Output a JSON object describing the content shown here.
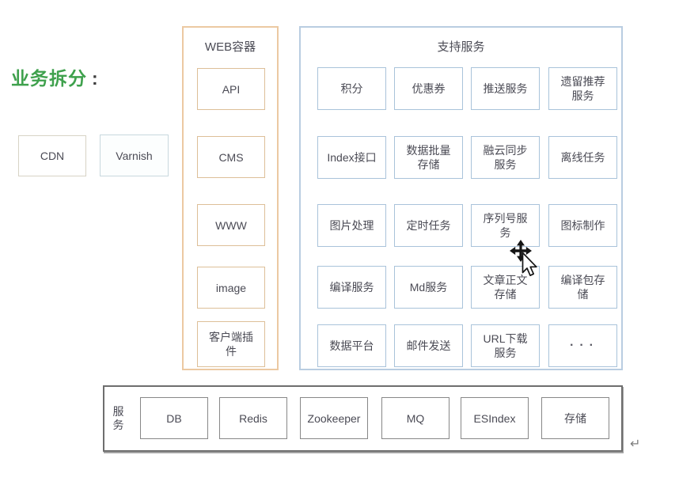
{
  "heading": {
    "text": "业务拆分",
    "colon": ":"
  },
  "edge_nodes": [
    "CDN",
    "Varnish"
  ],
  "web_container": {
    "title": "WEB容器",
    "items": [
      "API",
      "CMS",
      "WWW",
      "image",
      "客户端插件"
    ]
  },
  "support_services": {
    "title": "支持服务",
    "items": [
      "积分",
      "优惠券",
      "推送服务",
      "遗留推荐服务",
      "Index接口",
      "数据批量存储",
      "融云同步服务",
      "离线任务",
      "图片处理",
      "定时任务",
      "序列号服务",
      "图标制作",
      "编译服务",
      "Md服务",
      "文章正文存储",
      "编译包存储",
      "数据平台",
      "邮件发送",
      "URL下载服务",
      "···"
    ]
  },
  "services_layer": {
    "label": "服务",
    "items": [
      "DB",
      "Redis",
      "Zookeeper",
      "MQ",
      "ESIndex",
      "存储"
    ]
  },
  "cursor": {
    "type": "move-cursor"
  },
  "return_symbol": "↵",
  "colors": {
    "heading_green": "#3fa14d",
    "web_group_border": "#ecc9a2",
    "support_group_border": "#b9cde1",
    "infra_group_border": "#6e6e6e",
    "text": "#4b4b55"
  }
}
